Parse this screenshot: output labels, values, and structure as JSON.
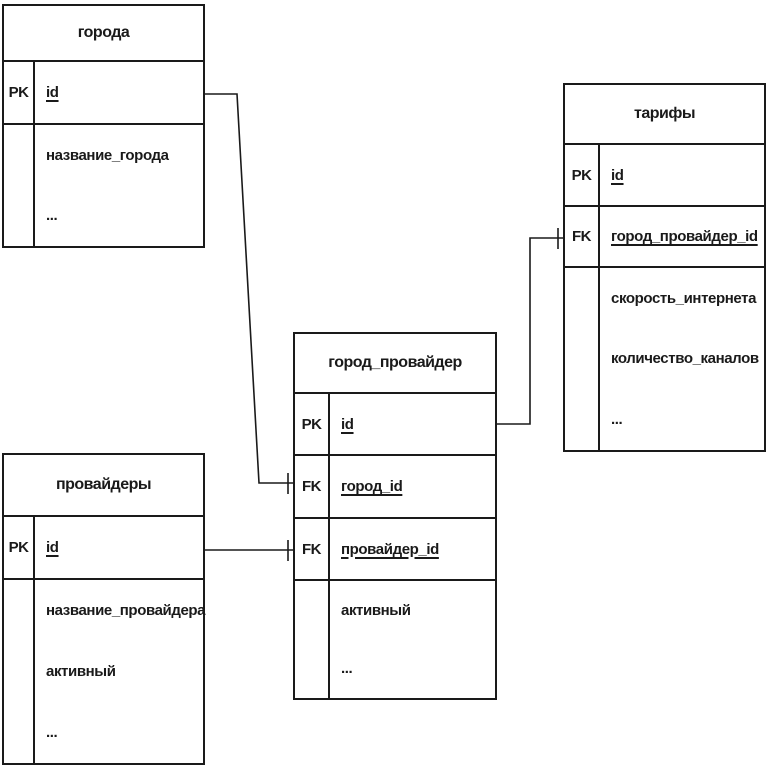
{
  "diagram": {
    "type": "entity-relationship",
    "colors": {
      "line": "#1a1a1a",
      "background": "#ffffff",
      "text": "#1a1a1a"
    },
    "tables": [
      {
        "name": "goroda",
        "title": "города",
        "key_rows": [
          {
            "key": "PK",
            "field": "id"
          }
        ],
        "attributes": [
          "название_города",
          "..."
        ]
      },
      {
        "name": "provaidery",
        "title": "провайдеры",
        "key_rows": [
          {
            "key": "PK",
            "field": "id"
          }
        ],
        "attributes": [
          "название_провайдера",
          "активный",
          "..."
        ]
      },
      {
        "name": "gorod_provaider",
        "title": "город_провайдер",
        "key_rows": [
          {
            "key": "PK",
            "field": "id"
          },
          {
            "key": "FK",
            "field": "город_id"
          },
          {
            "key": "FK",
            "field": "провайдер_id"
          }
        ],
        "attributes": [
          "активный",
          "..."
        ]
      },
      {
        "name": "tarify",
        "title": "тарифы",
        "key_rows": [
          {
            "key": "PK",
            "field": "id"
          },
          {
            "key": "FK",
            "field": "город_провайдер_id"
          }
        ],
        "attributes": [
          "скорость_интернета",
          "количество_каналов",
          "..."
        ]
      }
    ],
    "relationships": [
      {
        "from": "города.id",
        "to": "город_провайдер.город_id",
        "cardinality_mark": "one"
      },
      {
        "from": "провайдеры.id",
        "to": "город_провайдер.провайдер_id",
        "cardinality_mark": "one"
      },
      {
        "from": "город_провайдер.id",
        "to": "тарифы.город_провайдер_id",
        "cardinality_mark": "one"
      }
    ]
  }
}
